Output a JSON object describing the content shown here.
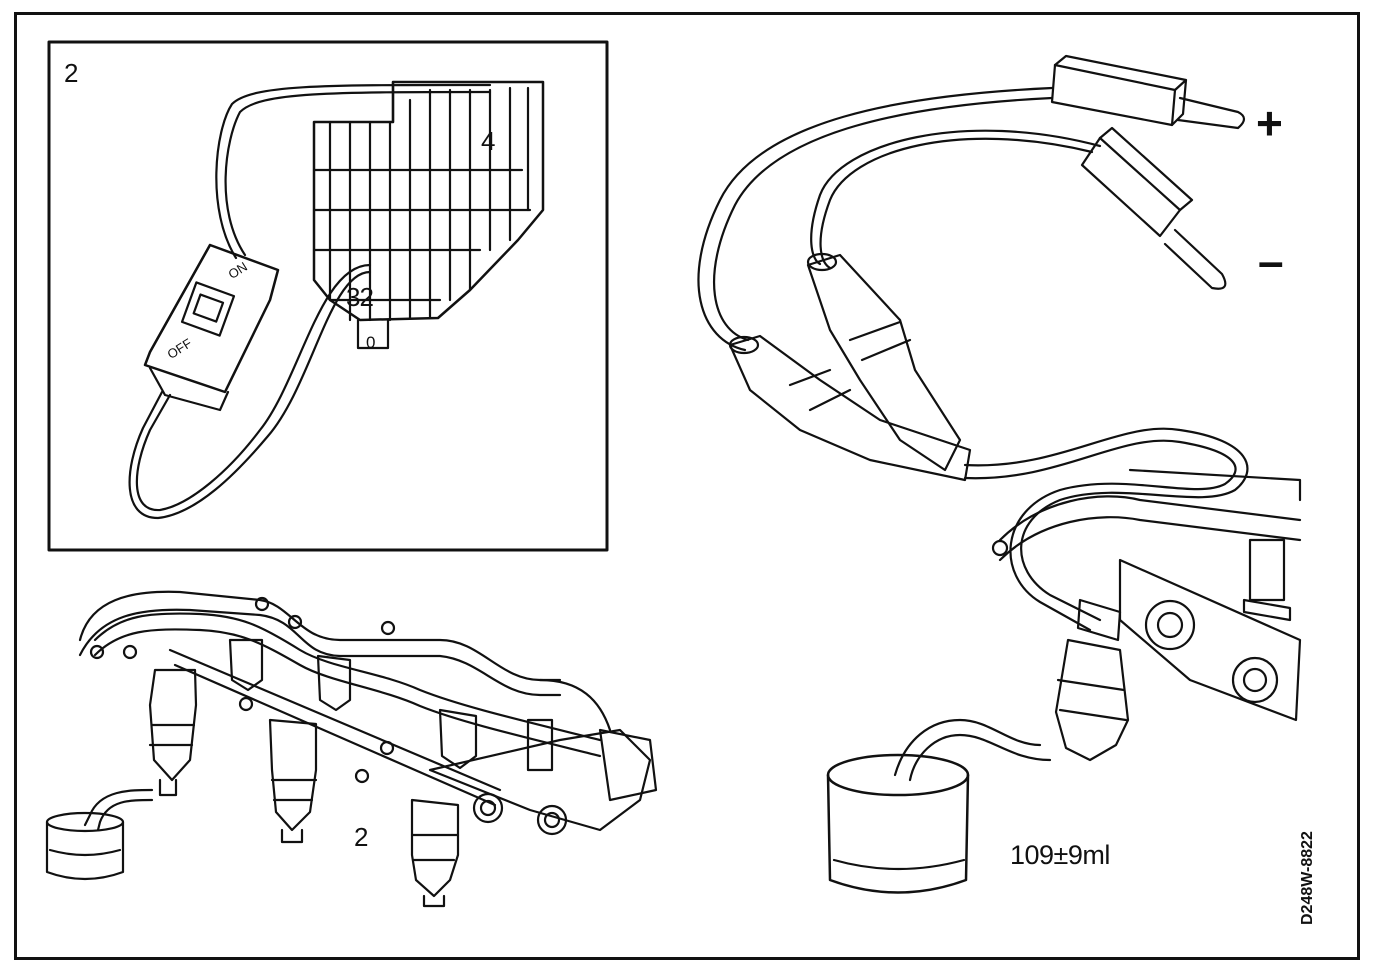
{
  "inset": {
    "label": "2"
  },
  "fuse_box": {
    "slot_top": "4",
    "slot_bottom": "32",
    "slot_zero": "0"
  },
  "switch": {
    "on_label": "ON",
    "off_label": "OFF"
  },
  "injector_group": {
    "label": "2"
  },
  "measurement": {
    "volume": "109±9ml"
  },
  "test_leads": {
    "plus": "+",
    "minus": "–"
  },
  "figure_code": "D248W-8822",
  "icons": [
    "fuse-box-icon",
    "toggle-switch-icon",
    "test-lead-icon",
    "fuel-rail-icon",
    "injector-icon",
    "measuring-beaker-icon"
  ]
}
